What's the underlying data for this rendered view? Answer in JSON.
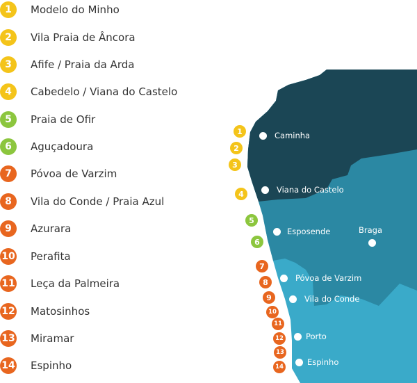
{
  "colors": {
    "yellow": "#f4c41a",
    "green": "#8cc63e",
    "orange": "#e8661f",
    "dark": "#1b4655",
    "mid": "#2b88a3",
    "light": "#3aaac9"
  },
  "beaches": [
    {
      "n": "1",
      "name": "Modelo do Minho",
      "color": "yellow"
    },
    {
      "n": "2",
      "name": "Vila Praia de Âncora",
      "color": "yellow"
    },
    {
      "n": "3",
      "name": "Afife / Praia da Arda",
      "color": "yellow"
    },
    {
      "n": "4",
      "name": "Cabedelo / Viana do Castelo",
      "color": "yellow"
    },
    {
      "n": "5",
      "name": "Praia de Ofir",
      "color": "green"
    },
    {
      "n": "6",
      "name": "Aguçadoura",
      "color": "green"
    },
    {
      "n": "7",
      "name": "Póvoa de Varzim",
      "color": "orange"
    },
    {
      "n": "8",
      "name": "Vila do Conde / Praia Azul",
      "color": "orange"
    },
    {
      "n": "9",
      "name": "Azurara",
      "color": "orange"
    },
    {
      "n": "10",
      "name": "Perafita",
      "color": "orange"
    },
    {
      "n": "11",
      "name": "Leça da Palmeira",
      "color": "orange"
    },
    {
      "n": "12",
      "name": "Matosinhos",
      "color": "orange"
    },
    {
      "n": "13",
      "name": "Miramar",
      "color": "orange"
    },
    {
      "n": "14",
      "name": "Espinho",
      "color": "orange"
    }
  ],
  "cities": [
    "Caminha",
    "Viana do Castelo",
    "Esposende",
    "Braga",
    "Póvoa de Varzim",
    "Vila do Conde",
    "Porto",
    "Espinho"
  ]
}
